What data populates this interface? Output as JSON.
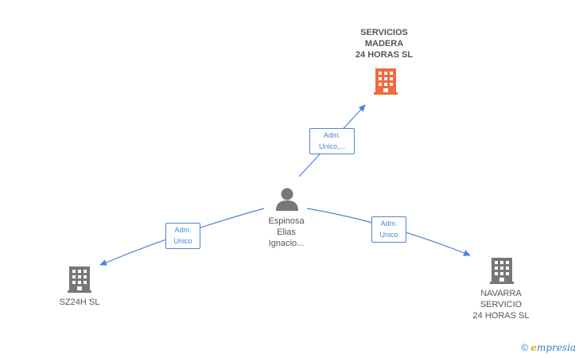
{
  "colors": {
    "edge": "#4a86d4",
    "company_main": "#f26a3d",
    "company": "#777777",
    "person": "#777777"
  },
  "nodes": {
    "company_top": {
      "name": "SERVICIOS\nMADERA\n24 HORAS  SL",
      "icon": "building-icon"
    },
    "person_center": {
      "name": "Espinosa\nElias\nIgnacio...",
      "icon": "person-icon"
    },
    "company_left": {
      "name": "SZ24H  SL",
      "icon": "building-icon"
    },
    "company_right": {
      "name": "NAVARRA\nSERVICIO\n24 HORAS  SL",
      "icon": "building-icon"
    }
  },
  "edges": {
    "to_top": {
      "label": "Adm.\nUnico,..."
    },
    "to_left": {
      "label": "Adm.\nUnico"
    },
    "to_right": {
      "label": "Adm.\nUnico"
    }
  },
  "watermark": {
    "copyright": "©",
    "brand_initial": "e",
    "brand_rest": "mpresia"
  }
}
